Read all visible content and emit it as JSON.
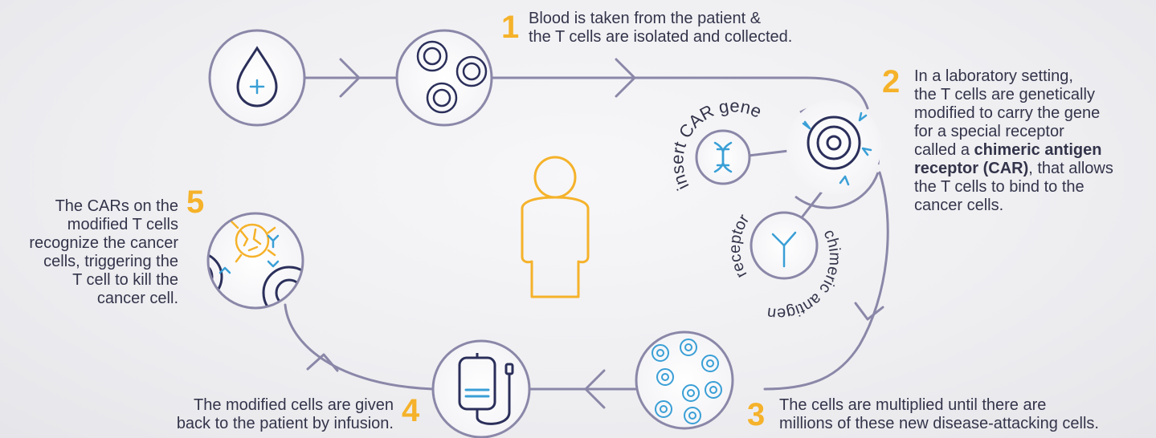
{
  "colors": {
    "ring": "#8a87a8",
    "navy": "#2b2f5a",
    "blue": "#3a9fd6",
    "gold": "#f5b22a"
  },
  "steps": [
    {
      "number": "1",
      "lines": [
        "Blood is taken from the patient &",
        "the T cells are isolated and collected."
      ]
    },
    {
      "number": "2",
      "lines": [
        "In a laboratory setting,",
        "the T cells are genetically",
        "modified to carry the gene",
        "for a special receptor"
      ],
      "line5_pre": "called a ",
      "line5_bold": "chimeric antigen",
      "line6_bold": "receptor (CAR)",
      "line6_post": ", that allows",
      "lines_after": [
        "the T cells to bind to the",
        "cancer cells."
      ]
    },
    {
      "number": "3",
      "lines": [
        "The cells are multiplied until there are",
        "millions of these new disease-attacking cells."
      ]
    },
    {
      "number": "4",
      "lines": [
        "The modified cells are given",
        "back to the patient by infusion."
      ]
    },
    {
      "number": "5",
      "lines": [
        "The CARs on the",
        "modified T cells",
        "recognize the cancer",
        "cells, triggering the",
        "T cell to kill the",
        "cancer cell."
      ]
    }
  ],
  "curved_labels": {
    "insert_gene": "insert CAR gene",
    "receptor": "receptor",
    "chimeric": "chimeric antigen"
  }
}
